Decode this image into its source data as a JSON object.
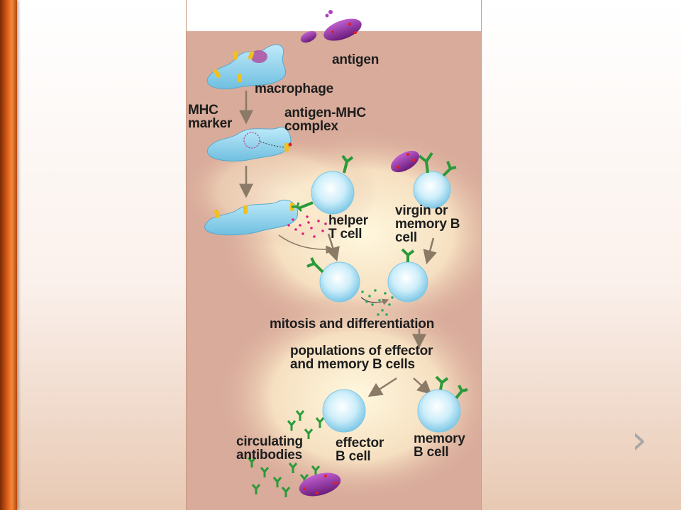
{
  "labels": {
    "antigen": "antigen",
    "macrophage": "macrophage",
    "mhc_marker": "MHC\nmarker",
    "antigen_mhc_complex": "antigen-MHC\ncomplex",
    "helper_t_cell": "helper\nT cell",
    "virgin_memory_b_cell": "virgin or\nmemory B\ncell",
    "mitosis": "mitosis and differentiation",
    "populations": "populations of effector\nand memory B cells",
    "circulating_antibodies": "circulating\nantibodies",
    "effector_b_cell": "effector\nB cell",
    "memory_b_cell": "memory\nB cell"
  },
  "navigation": {
    "next_glyph": "›",
    "next_icon": "chevron-right-icon"
  },
  "colors": {
    "accent_bar": "#e0601a",
    "figure_background": "#d9ab9a",
    "cell_fill": "#cdeefa",
    "antigen": "#8a2a9a",
    "antibody": "#2a9a3a",
    "arrow": "#8a7a66"
  }
}
